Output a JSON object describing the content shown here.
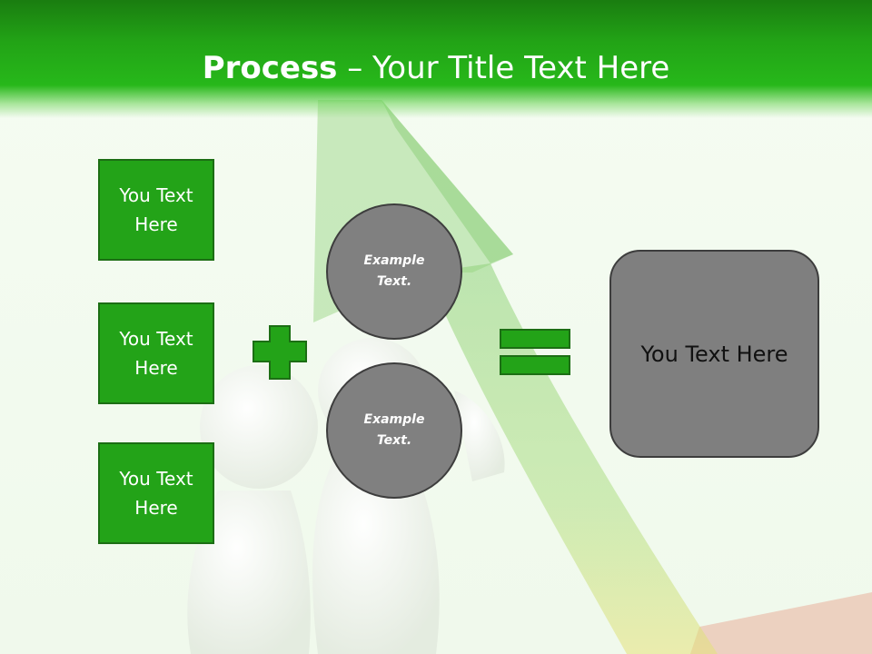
{
  "slide": {
    "title_bold": "Process",
    "title_rest": " – Your Title Text Here",
    "left_boxes": [
      {
        "label": "You Text Here"
      },
      {
        "label": "You Text Here"
      },
      {
        "label": "You Text Here"
      }
    ],
    "circles": [
      {
        "label": "Example Text."
      },
      {
        "label": "Example Text."
      }
    ],
    "result_label": "You Text Here",
    "operators": {
      "plus": "plus-icon",
      "equals": "equals-icon"
    }
  },
  "colors": {
    "header_green": "#22a316",
    "box_green": "#23a318",
    "box_border": "#1c6e14",
    "circle_gray": "#808080",
    "result_gray": "#7f7f7f"
  }
}
